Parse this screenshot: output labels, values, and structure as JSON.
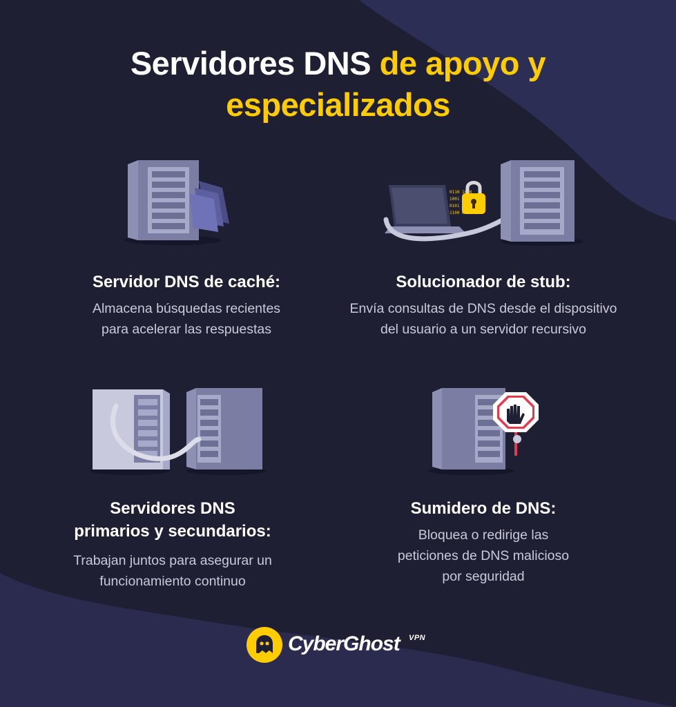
{
  "colors": {
    "background": "#1f1f33",
    "background_shape": "#2d2e55",
    "accent_yellow": "#ffcc00",
    "text_white": "#ffffff",
    "text_muted": "#c9cad8"
  },
  "title": {
    "line1_white": "Servidores DNS",
    "line1_yellow": "de apoyo y",
    "line2_yellow": "especializados"
  },
  "cards": [
    {
      "icon": "server-with-folders-icon",
      "title": "Servidor DNS de caché:",
      "desc_lines": [
        "Almacena búsquedas recientes",
        "para acelerar las respuestas"
      ]
    },
    {
      "icon": "laptop-lock-server-icon",
      "title": "Solucionador de stub:",
      "desc_lines": [
        "Envía consultas de DNS desde el dispositivo",
        "del usuario a un servidor recursivo"
      ]
    },
    {
      "icon": "two-linked-servers-icon",
      "title_lines": [
        "Servidores DNS",
        "primarios y secundarios:"
      ],
      "desc_lines": [
        "Trabajan juntos para asegurar un",
        "funcionamiento continuo"
      ]
    },
    {
      "icon": "server-stop-sign-icon",
      "title": "Sumidero de DNS:",
      "desc_lines": [
        "Bloquea o redirige las",
        "peticiones de DNS malicioso",
        "por seguridad"
      ]
    }
  ],
  "logo": {
    "icon": "ghost-icon",
    "name": "CyberGhost",
    "suffix": "VPN"
  }
}
